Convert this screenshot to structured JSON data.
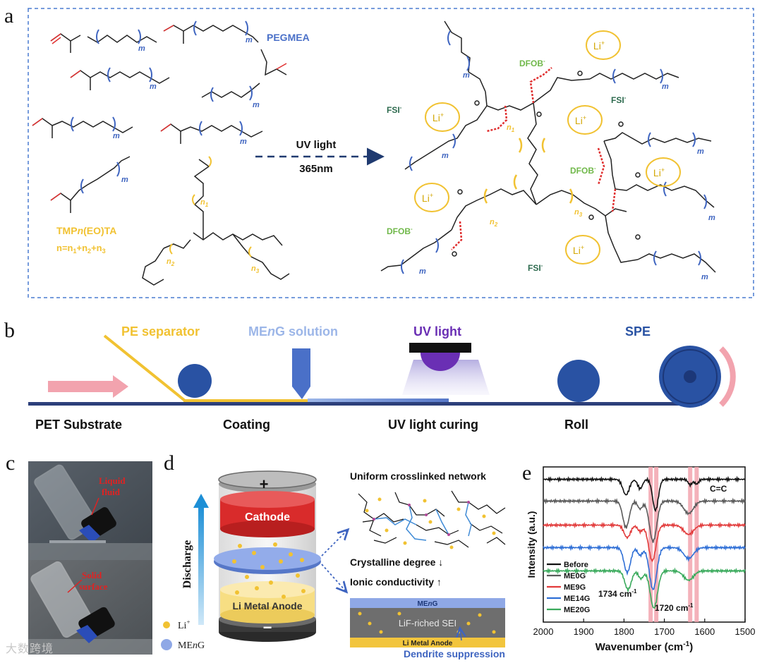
{
  "panels": {
    "a": "a",
    "b": "b",
    "c": "c",
    "d": "d",
    "e": "e"
  },
  "a": {
    "pegmea": "PEGMEA",
    "tmp_label": "TMP",
    "tmp_n": "n",
    "tmp_suffix": "(EO)TA",
    "tmp_eq": "n=n",
    "tmp_eq_rest": "+n",
    "sub_1": "1",
    "sub_2": "2",
    "sub_3": "3",
    "m": "m",
    "n1": "n",
    "n2": "n",
    "n3": "n",
    "n_sub1": "1",
    "n_sub2": "2",
    "n_sub3": "3",
    "uv_light": "UV light",
    "uv_wavelength": "365nm",
    "li": "Li",
    "plus": "+",
    "fsi": "FSI",
    "dfob": "DFOB",
    "minus": "-"
  },
  "b": {
    "pe_separator": "PE separator",
    "men_solution_pre": "ME",
    "men_solution_n": "n",
    "men_solution_post": "G solution",
    "uv_light": "UV light",
    "spe": "SPE",
    "pet": "PET Substrate",
    "coating": "Coating",
    "uv_curing": "UV light curing",
    "roll": "Roll"
  },
  "c": {
    "liquid": "Liquid",
    "fluid": "fluid",
    "solid": "Solid",
    "surface": "surface"
  },
  "d": {
    "plus": "+",
    "minus": "−",
    "cathode": "Cathode",
    "anode": "Li Metal Anode",
    "discharge": "Discharge",
    "li_legend": "Li",
    "li_plus": "+",
    "men_legend_pre": "ME",
    "men_legend_n": "n",
    "men_legend_post": "G",
    "network": "Uniform crosslinked network",
    "crystalline": "Crystalline degree",
    "ionic": "Ionic conductivity",
    "men_layer_pre": "ME",
    "men_layer_n": "n",
    "men_layer_post": "G",
    "sei": "LiF-riched SEI",
    "li_anode_layer": "Li Metal Anode",
    "dendrite": "Dendrite suppression"
  },
  "chart_data": {
    "type": "line",
    "xlabel": "Wavenumber (cm",
    "xlabel_sup": "-1",
    "xlabel_close": ")",
    "ylabel": "Intensity (a.u.)",
    "xlim": [
      2000,
      1500
    ],
    "xticks": [
      "2000",
      "1900",
      "1800",
      "1700",
      "1600",
      "1500"
    ],
    "annotations": {
      "cc": "C=C",
      "a1734": "1734 cm",
      "a1720": "1720 cm",
      "sup": "-1"
    },
    "highlight_bands": [
      1734,
      1720,
      1636,
      1620
    ],
    "series": [
      {
        "name": "Before",
        "color": "#111111",
        "offset": 0.92,
        "peaks": [
          [
            1795,
            0.1,
            8
          ],
          [
            1760,
            0.06,
            6
          ],
          [
            1722,
            0.2,
            7
          ],
          [
            1636,
            0.035,
            5
          ],
          [
            1620,
            0.03,
            5
          ]
        ]
      },
      {
        "name": "ME0G",
        "color": "#5a5a5a",
        "offset": 0.78,
        "peaks": [
          [
            1795,
            0.17,
            8
          ],
          [
            1760,
            0.05,
            6
          ],
          [
            1728,
            0.26,
            9
          ],
          [
            1640,
            0.08,
            12
          ]
        ]
      },
      {
        "name": "ME9G",
        "color": "#e23b3b",
        "offset": 0.625,
        "peaks": [
          [
            1792,
            0.08,
            8
          ],
          [
            1760,
            0.04,
            6
          ],
          [
            1730,
            0.23,
            9
          ],
          [
            1640,
            0.06,
            12
          ]
        ]
      },
      {
        "name": "ME14G",
        "color": "#2f6fd6",
        "offset": 0.48,
        "peaks": [
          [
            1792,
            0.16,
            8
          ],
          [
            1760,
            0.05,
            6
          ],
          [
            1728,
            0.27,
            9
          ],
          [
            1640,
            0.07,
            12
          ]
        ]
      },
      {
        "name": "ME20G",
        "color": "#3aaa5c",
        "offset": 0.33,
        "peaks": [
          [
            1790,
            0.12,
            8
          ],
          [
            1758,
            0.05,
            6
          ],
          [
            1726,
            0.24,
            9
          ],
          [
            1640,
            0.06,
            12
          ]
        ]
      }
    ]
  },
  "colors": {
    "blue": "#3e64c0",
    "yellow": "#f1c232",
    "red": "#e03030",
    "green": "#70b84a",
    "darkgreen": "#2e6b4f",
    "navy": "#27408b"
  },
  "watermark": "大数跨境"
}
